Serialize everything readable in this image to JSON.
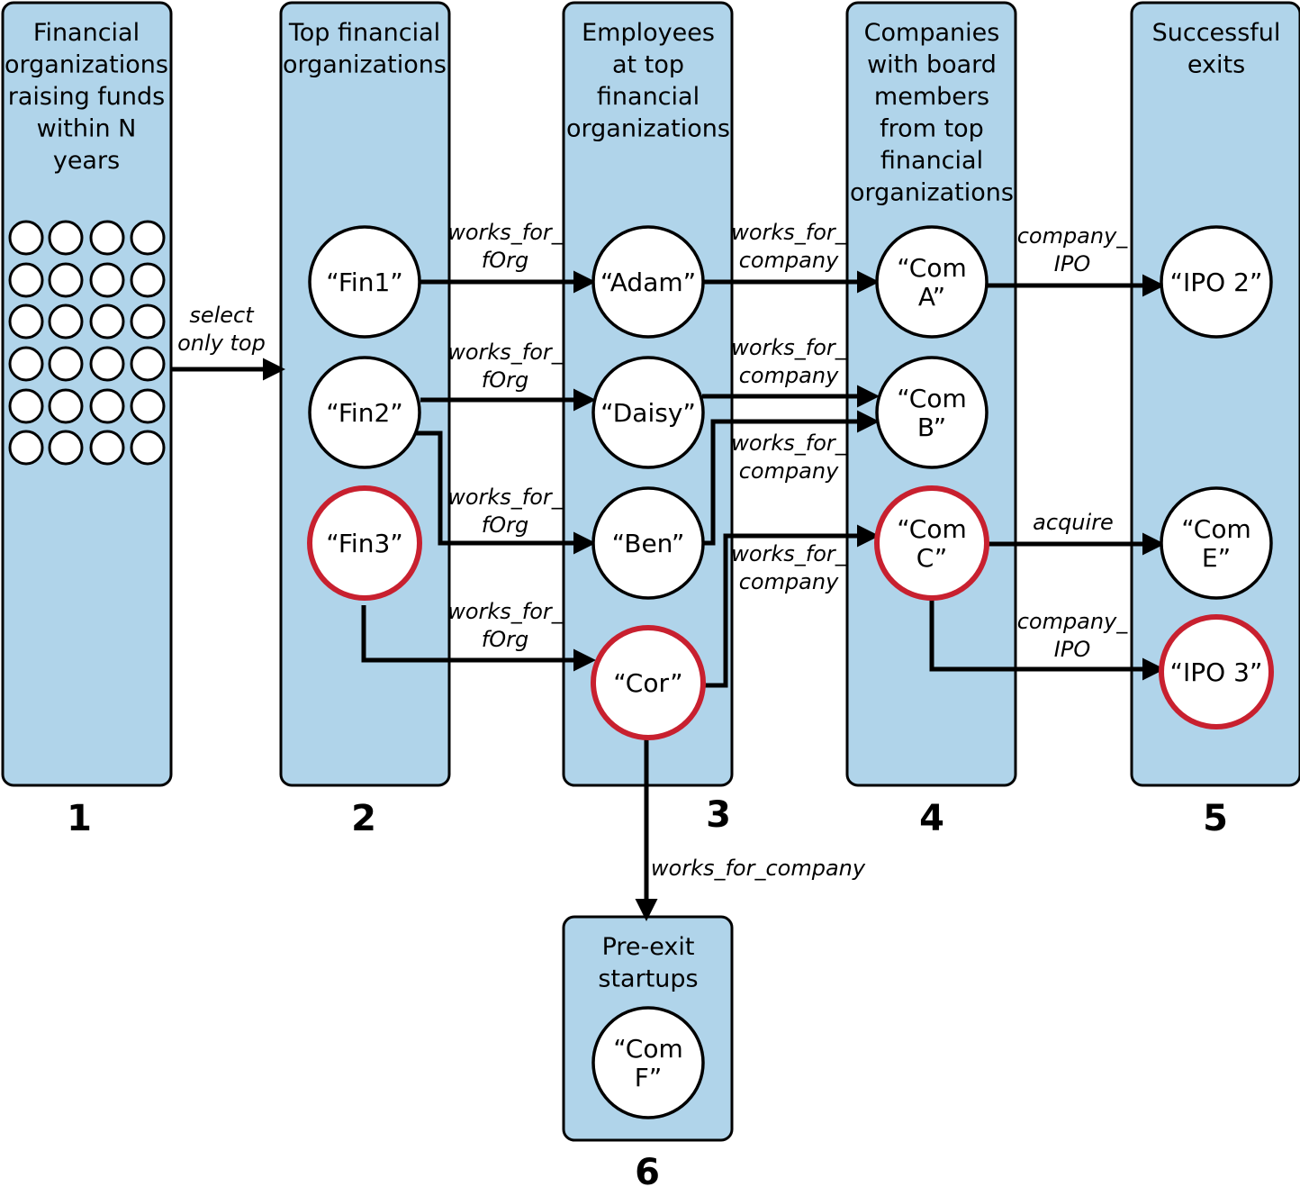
{
  "colors": {
    "column_fill": "#b0d4ea",
    "stroke": "#000000",
    "highlight": "#c8202f",
    "node_fill": "#ffffff"
  },
  "columns": [
    {
      "id": "c1",
      "number": "1",
      "title": [
        "Financial",
        "organizations",
        "raising funds",
        "within N",
        "years"
      ]
    },
    {
      "id": "c2",
      "number": "2",
      "title": [
        "Top financial",
        "organizations"
      ]
    },
    {
      "id": "c3",
      "number": "3",
      "title": [
        "Employees",
        "at top",
        "financial",
        "organizations"
      ]
    },
    {
      "id": "c4",
      "number": "4",
      "title": [
        "Companies",
        "with board",
        "members",
        "from top",
        "financial",
        "organizations"
      ]
    },
    {
      "id": "c5",
      "number": "5",
      "title": [
        "Successful",
        "exits"
      ]
    },
    {
      "id": "c6",
      "number": "6",
      "title": [
        "Pre-exit",
        "startups"
      ]
    }
  ],
  "nodes": [
    {
      "id": "fin1",
      "label": [
        "“Fin1”"
      ],
      "highlighted": false
    },
    {
      "id": "fin2",
      "label": [
        "“Fin2”"
      ],
      "highlighted": false
    },
    {
      "id": "fin3",
      "label": [
        "“Fin3”"
      ],
      "highlighted": true
    },
    {
      "id": "adam",
      "label": [
        "“Adam”"
      ],
      "highlighted": false
    },
    {
      "id": "daisy",
      "label": [
        "“Daisy”"
      ],
      "highlighted": false
    },
    {
      "id": "ben",
      "label": [
        "“Ben”"
      ],
      "highlighted": false
    },
    {
      "id": "cor",
      "label": [
        "“Cor”"
      ],
      "highlighted": true
    },
    {
      "id": "comA",
      "label": [
        "“Com",
        "A”"
      ],
      "highlighted": false
    },
    {
      "id": "comB",
      "label": [
        "“Com",
        "B”"
      ],
      "highlighted": false
    },
    {
      "id": "comC",
      "label": [
        "“Com",
        "C”"
      ],
      "highlighted": true
    },
    {
      "id": "ipo2",
      "label": [
        "“IPO 2”"
      ],
      "highlighted": false
    },
    {
      "id": "comE",
      "label": [
        "“Com",
        "E”"
      ],
      "highlighted": false
    },
    {
      "id": "ipo3",
      "label": [
        "“IPO 3”"
      ],
      "highlighted": true
    },
    {
      "id": "comF",
      "label": [
        "“Com",
        "F”"
      ],
      "highlighted": false
    }
  ],
  "edges": [
    {
      "id": "e-select",
      "from": "c1",
      "to": "c2",
      "label": [
        "select",
        "only top"
      ]
    },
    {
      "id": "e-fin1-adam",
      "from": "fin1",
      "to": "adam",
      "label": [
        "works_for_",
        "fOrg"
      ]
    },
    {
      "id": "e-fin2-daisy",
      "from": "fin2",
      "to": "daisy",
      "label": [
        "works_for_",
        "fOrg"
      ]
    },
    {
      "id": "e-fin2-ben",
      "from": "fin2",
      "to": "ben",
      "label": [
        "works_for_",
        "fOrg"
      ]
    },
    {
      "id": "e-fin3-cor",
      "from": "fin3",
      "to": "cor",
      "label": [
        "works_for_",
        "fOrg"
      ]
    },
    {
      "id": "e-adam-comA",
      "from": "adam",
      "to": "comA",
      "label": [
        "works_for_",
        "company"
      ]
    },
    {
      "id": "e-daisy-comB",
      "from": "daisy",
      "to": "comB",
      "label": [
        "works_for_",
        "company"
      ]
    },
    {
      "id": "e-ben-comB",
      "from": "ben",
      "to": "comB",
      "label": [
        "works_for_",
        "company"
      ]
    },
    {
      "id": "e-cor-comC",
      "from": "cor",
      "to": "comC",
      "label": [
        "works_for_",
        "company"
      ]
    },
    {
      "id": "e-comA-ipo2",
      "from": "comA",
      "to": "ipo2",
      "label": [
        "company_",
        "IPO"
      ]
    },
    {
      "id": "e-comC-comE",
      "from": "comC",
      "to": "comE",
      "label": [
        "acquire"
      ]
    },
    {
      "id": "e-comC-ipo3",
      "from": "comC",
      "to": "ipo3",
      "label": [
        "company_",
        "IPO"
      ]
    },
    {
      "id": "e-cor-comF",
      "from": "cor",
      "to": "c6",
      "label": [
        "works_for_company"
      ]
    }
  ]
}
